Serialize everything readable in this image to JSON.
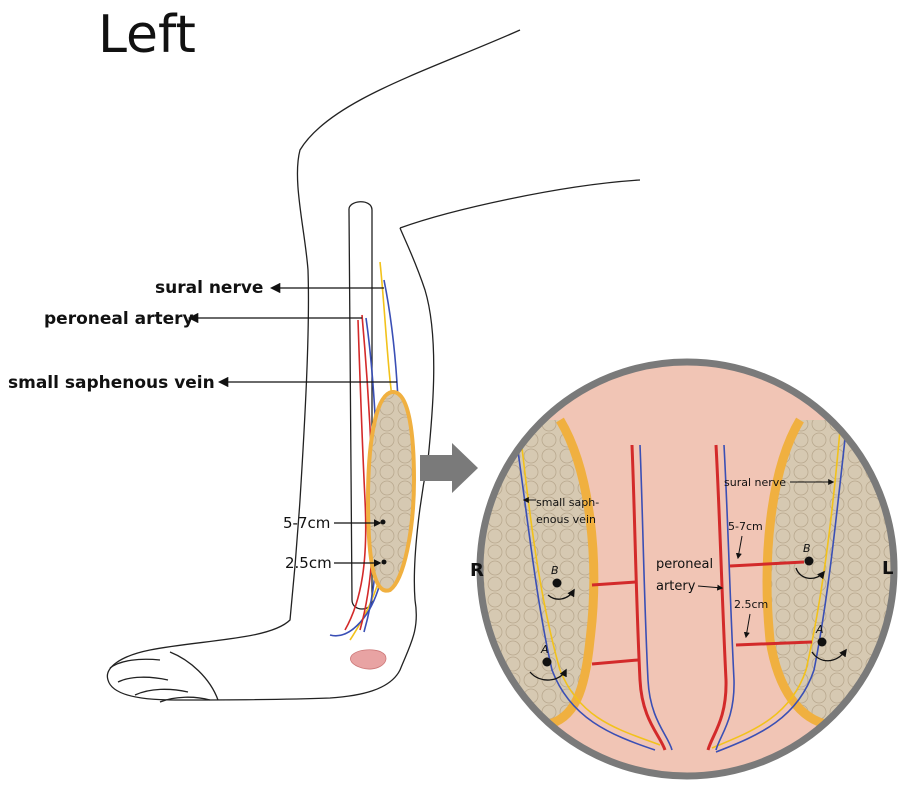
{
  "title": "Left",
  "labels": {
    "sural_nerve": "sural nerve",
    "peroneal_artery": "peroneal artery",
    "small_saphenous_vein": "small saphenous vein",
    "dist_proximal": "5-7cm",
    "dist_distal": "2.5cm"
  },
  "inset": {
    "side_right": "R",
    "side_left": "L",
    "ssv_line1": "small saph-",
    "ssv_line2": "enous vein",
    "sural_nerve": "sural nerve",
    "peroneal_line1": "peroneal",
    "peroneal_line2": "artery",
    "dist_proximal": "5-7cm",
    "dist_distal": "2.5cm",
    "point_a": "A",
    "point_b": "B"
  },
  "colors": {
    "artery": "#d32a2a",
    "vein": "#3a4fb5",
    "nerve": "#f2c21b",
    "fat": "#f0b040",
    "flap": "#cdbfa8",
    "inset_bg": "#f1c5b5",
    "inset_border": "#7a7a7a"
  }
}
